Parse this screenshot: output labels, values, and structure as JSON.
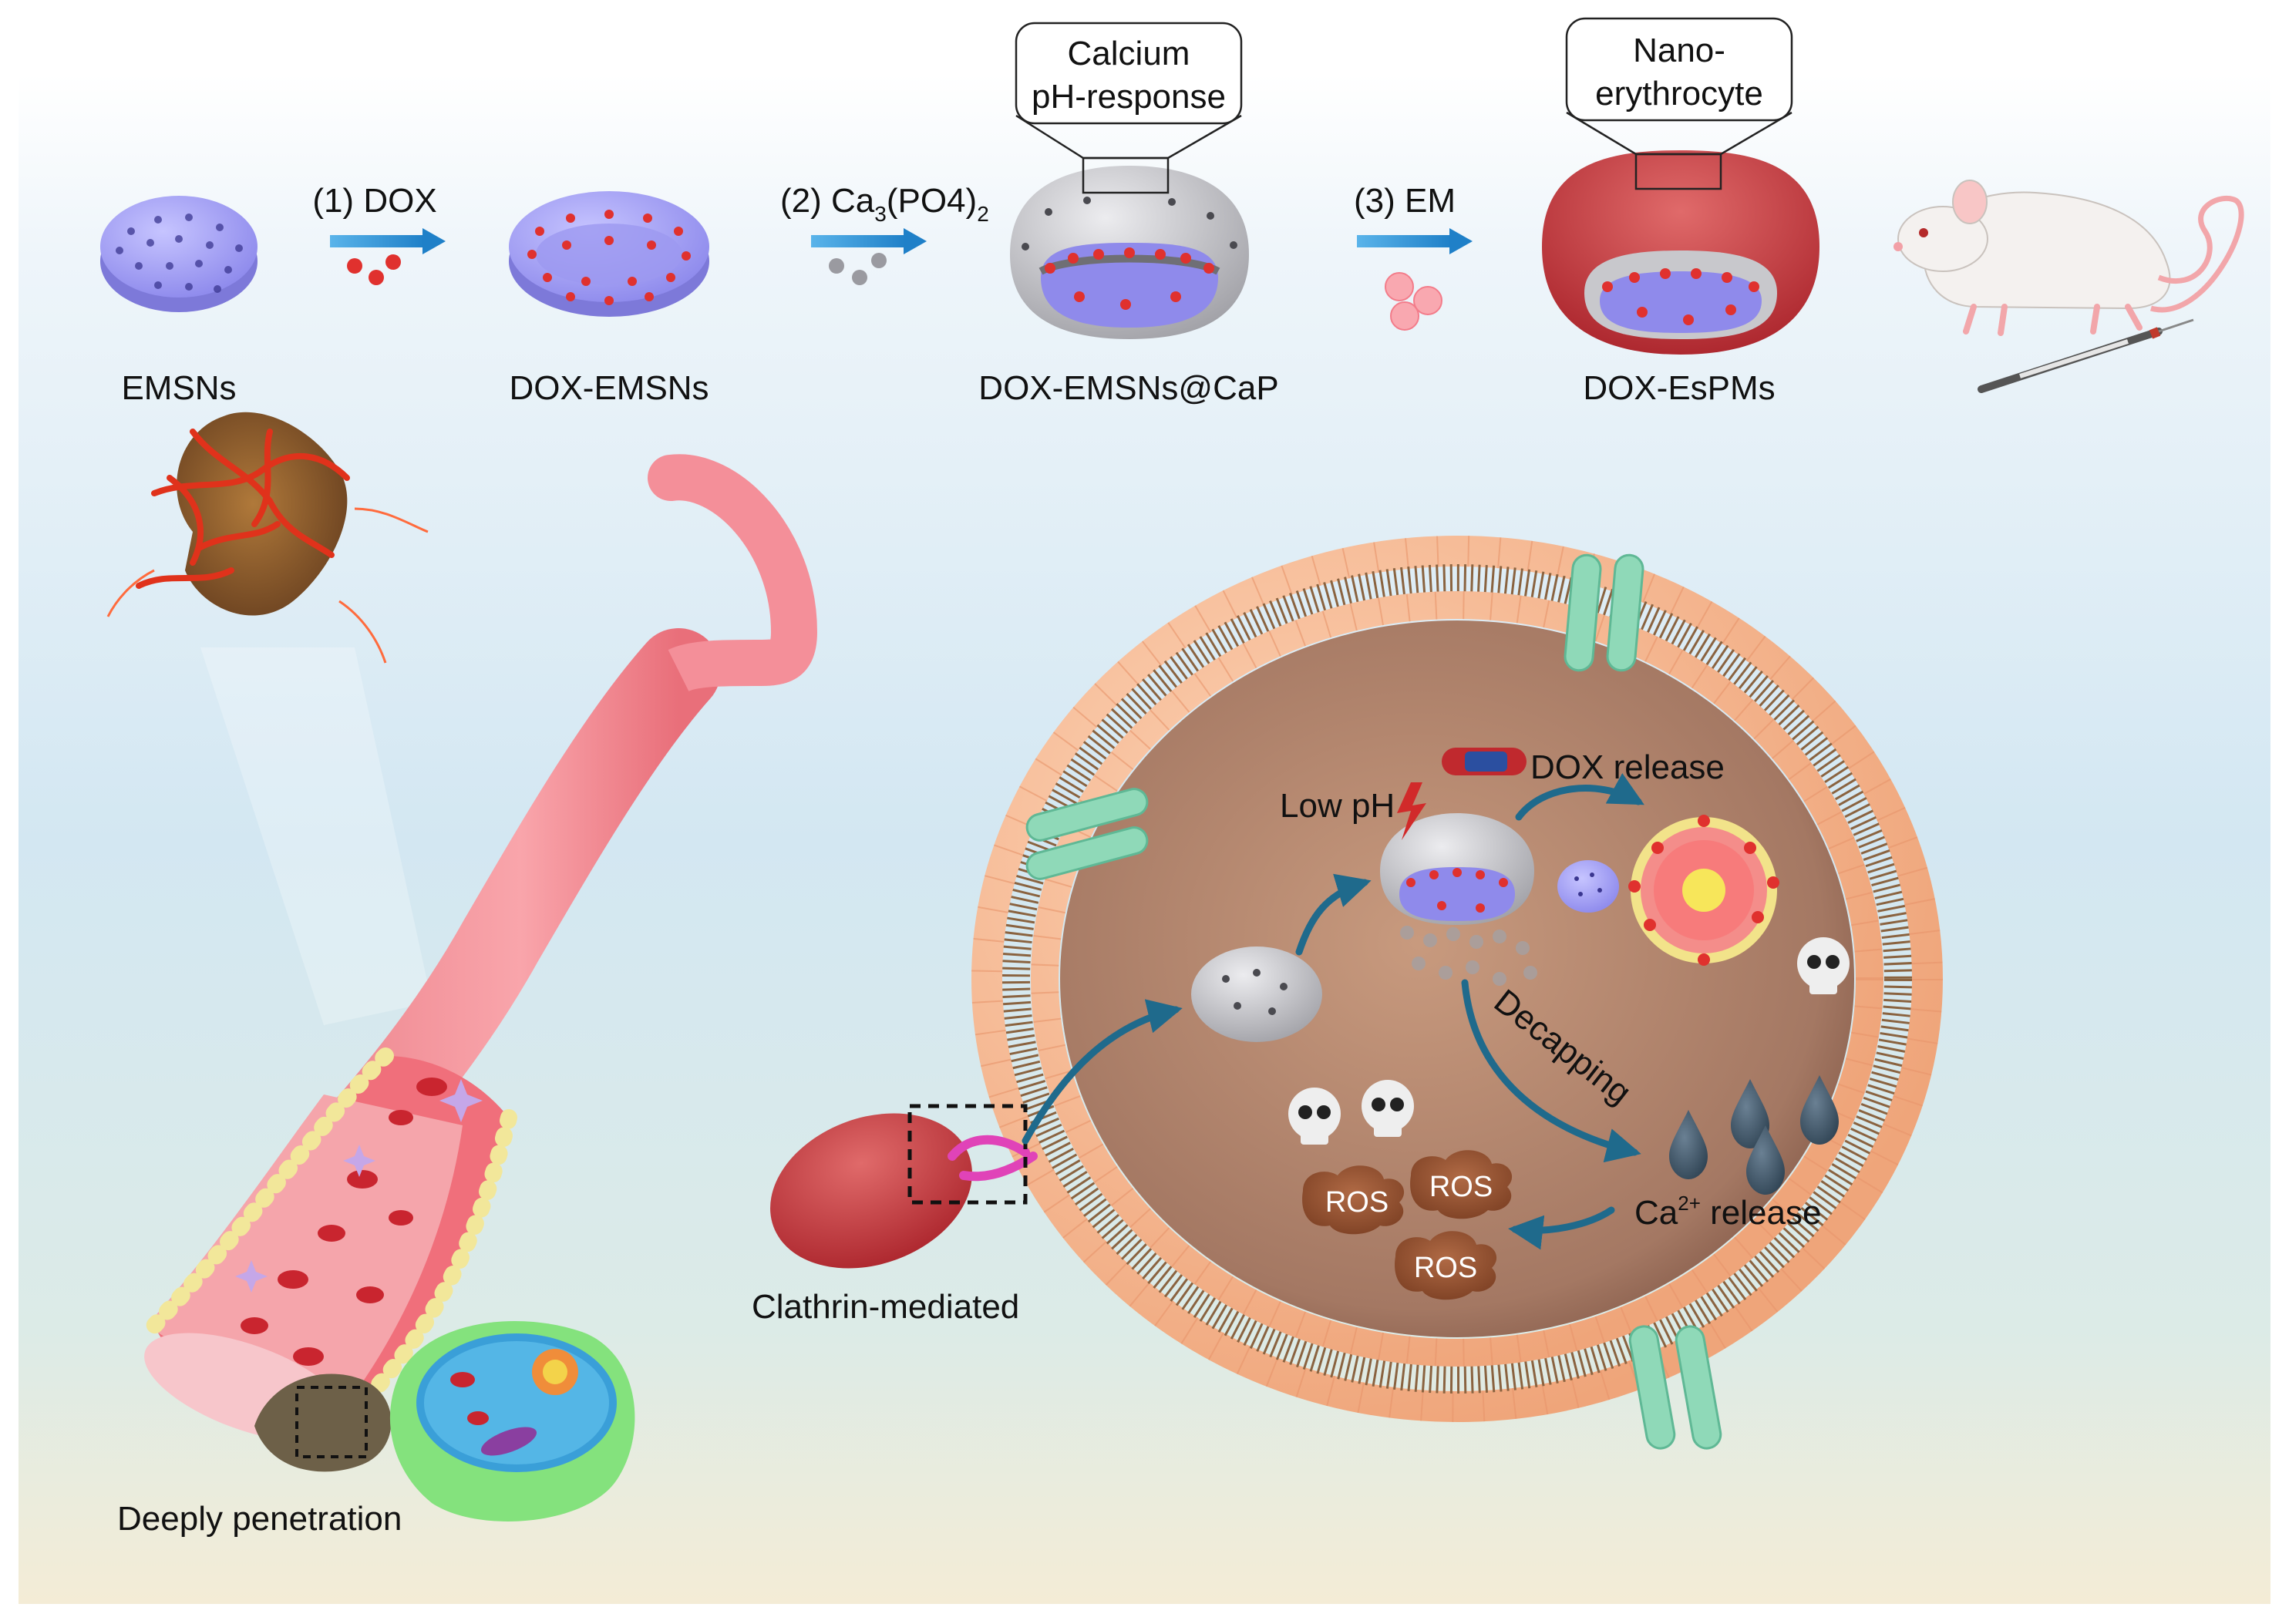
{
  "top_row": {
    "particles": {
      "emsns": "EMSNs",
      "dox_emsns": "DOX-EMSNs",
      "dox_emsns_cap": "DOX-EMSNs@CaP",
      "dox_espms": "DOX-EsPMs"
    },
    "steps": {
      "step1": "(1) DOX",
      "step2_prefix": "(2) Ca",
      "step2_sub1": "3",
      "step2_mid": "(PO4)",
      "step2_sub2": "2",
      "step3": "(3) EM"
    },
    "callouts": {
      "calcium_line1": "Calcium",
      "calcium_line2": "pH-response",
      "nano_line1": "Nano-",
      "nano_line2": "erythrocyte"
    }
  },
  "bottom": {
    "deep_penetration": "Deeply penetration",
    "clathrin": "Clathrin-mediated",
    "low_ph": "Low pH",
    "dox_release": "DOX release",
    "decapping": "Decapping",
    "ca_prefix": "Ca",
    "ca_sup": "2+",
    "ca_suffix": " release",
    "ros": [
      "ROS",
      "ROS",
      "ROS"
    ]
  },
  "colors": {
    "arrow_blue": "#2f8fd4",
    "silica_purple": "#9e9cf2",
    "dox_red": "#e0312e",
    "capsule_gray": "#b9b9bd",
    "vessel_pink": "#f07a84",
    "membrane_orange": "#f6b98e",
    "channel_green": "#8fd9b8",
    "curve_arrow": "#1f6a8c"
  }
}
